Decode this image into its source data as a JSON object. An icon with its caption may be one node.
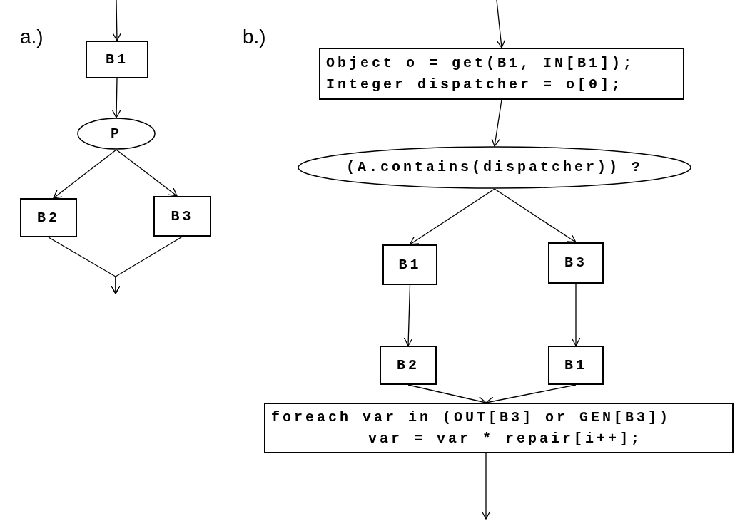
{
  "diagram": {
    "nodes": [
      {
        "text": [
          "B1"
        ]
      },
      {
        "text": [
          "P"
        ]
      },
      {
        "text": [
          "B2"
        ]
      },
      {
        "text": [
          "B3"
        ]
      },
      {
        "text": [
          "Object o = get(B1, IN[B1]);",
          "Integer dispatcher = o[0];"
        ]
      },
      {
        "text": [
          "(A.contains(dispatcher)) ?"
        ]
      },
      {
        "text": [
          "B1"
        ]
      },
      {
        "text": [
          "B3"
        ]
      },
      {
        "text": [
          "B2"
        ]
      },
      {
        "text": [
          "B1"
        ]
      },
      {
        "text": [
          "foreach var in (OUT[B3] or GEN[B3])",
          "var = var * repair[i++];"
        ]
      }
    ],
    "edges": [
      {
        "from": null,
        "to": 0,
        "arrow": "to"
      },
      {
        "from": 0,
        "to": 1,
        "arrow": "to"
      },
      {
        "from": 1,
        "to": 2,
        "arrow": "to"
      },
      {
        "from": 1,
        "to": 3,
        "arrow": "to"
      },
      {
        "from": 2,
        "to": null,
        "arrow": "to"
      },
      {
        "from": 3,
        "to": null,
        "arrow": "to"
      },
      {
        "from": null,
        "to": 4,
        "arrow": "to"
      },
      {
        "from": 4,
        "to": 5,
        "arrow": "to"
      },
      {
        "from": 5,
        "to": 6,
        "arrow": "to"
      },
      {
        "from": 5,
        "to": 7,
        "arrow": "to"
      },
      {
        "from": 6,
        "to": 8,
        "arrow": "to"
      },
      {
        "from": 7,
        "to": 9,
        "arrow": "to"
      },
      {
        "from": 8,
        "to": 10,
        "arrow": "to"
      },
      {
        "from": 9,
        "to": 10,
        "arrow": "to"
      },
      {
        "from": 10,
        "to": null,
        "arrow": "to"
      }
    ],
    "labels": [
      "a.)",
      "b.)"
    ]
  }
}
